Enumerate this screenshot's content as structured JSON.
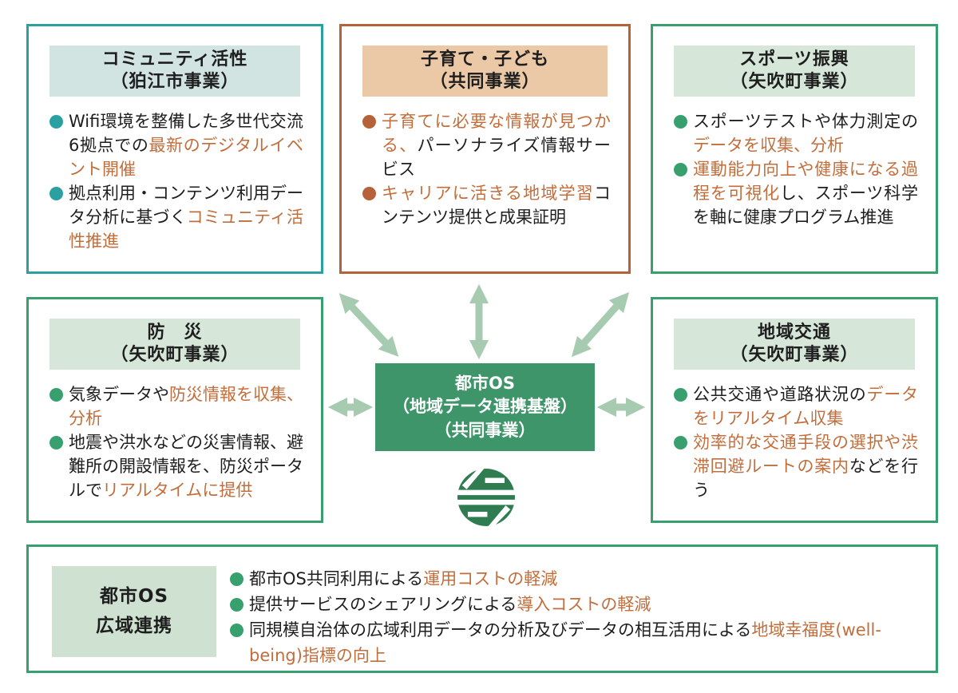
{
  "colors": {
    "body_text": "#1E1E1E",
    "highlight_text": "#C26E3C",
    "arrow_green": "#A6CBB1",
    "logo_green": "#2E7C4F",
    "accent_teal": "#2AA0A0",
    "accent_brown": "#B5623A",
    "accent_green": "#37A06E"
  },
  "boxes": [
    {
      "id": "community",
      "title": "コミュニティ活性",
      "subtitle": "（狛江市事業）",
      "border_color": "#2AA0A0",
      "header_bg": "#D2E4E2",
      "accent_color": "#2AA0A0",
      "bullets": [
        {
          "segments": [
            {
              "color": "dark",
              "text": "Wifi環境を整備した多世代交流6拠点での"
            },
            {
              "color": "orange",
              "text": "最新のデジタルイベント開催"
            }
          ]
        },
        {
          "segments": [
            {
              "color": "dark",
              "text": "拠点利用・コンテンツ利用データ分析に基づく"
            },
            {
              "color": "orange",
              "text": "コミュニティ活性推進"
            }
          ]
        }
      ]
    },
    {
      "id": "childcare",
      "title": "子育て・子ども",
      "subtitle": "（共同事業）",
      "border_color": "#B5623A",
      "header_bg": "#ECC9A6",
      "accent_color": "#B5623A",
      "bullets": [
        {
          "segments": [
            {
              "color": "orange",
              "text": "子育てに必要な情報が見つかる、"
            },
            {
              "color": "dark",
              "text": "パーソナライズ情報サービス"
            }
          ]
        },
        {
          "segments": [
            {
              "color": "orange",
              "text": "キャリアに活きる地域学習"
            },
            {
              "color": "dark",
              "text": "コンテンツ提供と成果証明"
            }
          ]
        }
      ]
    },
    {
      "id": "sports",
      "title": "スポーツ振興",
      "subtitle": "（矢吹町事業）",
      "border_color": "#37A06E",
      "header_bg": "#D6E6D9",
      "accent_color": "#37A06E",
      "bullets": [
        {
          "segments": [
            {
              "color": "dark",
              "text": "スポーツテストや体力測定の"
            },
            {
              "color": "orange",
              "text": "データを収集、分析"
            }
          ]
        },
        {
          "segments": [
            {
              "color": "orange",
              "text": "運動能力向上や健康になる過程を可視化"
            },
            {
              "color": "dark",
              "text": "し、スポーツ科学を軸に健康プログラム推進"
            }
          ]
        }
      ]
    },
    {
      "id": "disaster",
      "title": "防　災",
      "subtitle": "（矢吹町事業）",
      "border_color": "#37A06E",
      "header_bg": "#D6E6D9",
      "accent_color": "#37A06E",
      "bullets": [
        {
          "segments": [
            {
              "color": "dark",
              "text": "気象データや"
            },
            {
              "color": "orange",
              "text": "防災情報を収集、分析"
            }
          ]
        },
        {
          "segments": [
            {
              "color": "dark",
              "text": "地震や洪水などの災害情報、避難所の開設情報を、防災ポータルで"
            },
            {
              "color": "orange",
              "text": "リアルタイムに提供"
            }
          ]
        }
      ]
    },
    {
      "id": "transport",
      "title": "地域交通",
      "subtitle": "（矢吹町事業）",
      "border_color": "#37A06E",
      "header_bg": "#D6E6D9",
      "accent_color": "#37A06E",
      "bullets": [
        {
          "segments": [
            {
              "color": "dark",
              "text": "公共交通や道路状況の"
            },
            {
              "color": "orange",
              "text": "データをリアルタイム収集"
            }
          ]
        },
        {
          "segments": [
            {
              "color": "orange",
              "text": "効率的な交通手段の選択や渋滞回避ルートの案内"
            },
            {
              "color": "dark",
              "text": "などを行う"
            }
          ]
        }
      ]
    }
  ],
  "center": {
    "line1": "都市OS",
    "line2": "（地域データ連携基盤）",
    "line3": "（共同事業）",
    "bg": "#3E9569"
  },
  "bottom": {
    "header_line1": "都市OS",
    "header_line2": "広域連携",
    "border_color": "#37A06E",
    "header_bg": "#CFE2D2",
    "accent_color": "#37A06E",
    "bullets": [
      {
        "segments": [
          {
            "color": "dark",
            "text": "都市OS共同利用による"
          },
          {
            "color": "orange",
            "text": "運用コストの軽減"
          }
        ]
      },
      {
        "segments": [
          {
            "color": "dark",
            "text": "提供サービスのシェアリングによる"
          },
          {
            "color": "orange",
            "text": "導入コストの軽減"
          }
        ]
      },
      {
        "segments": [
          {
            "color": "dark",
            "text": "同規模自治体の広域利用データの分析及びデータの相互活用による"
          },
          {
            "color": "orange",
            "text": "地域幸福度(well-being)指標の向上"
          }
        ]
      }
    ]
  }
}
